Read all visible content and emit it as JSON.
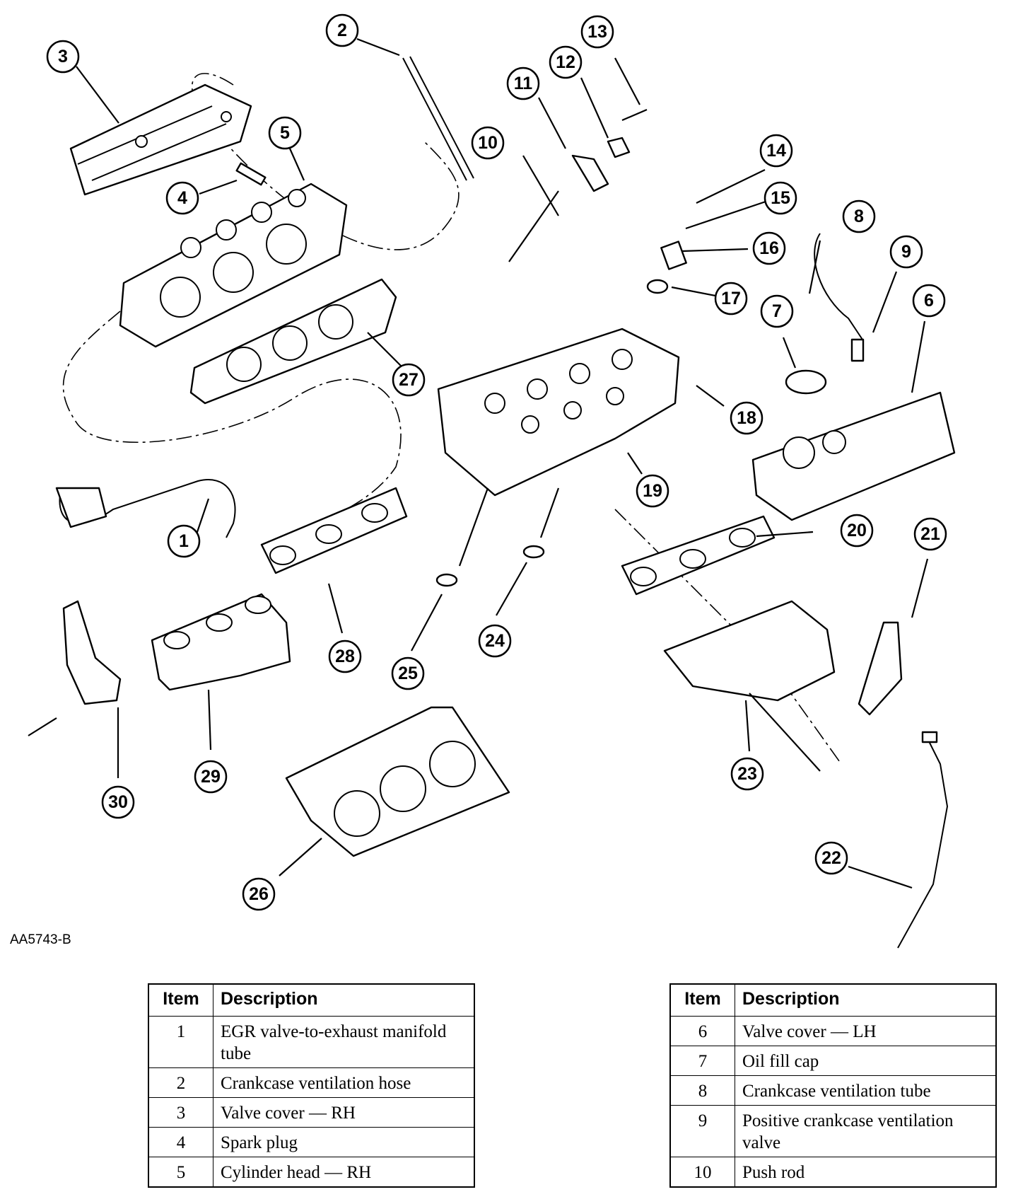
{
  "figure": {
    "reference_code": "AA5743-B",
    "callouts": [
      "1",
      "2",
      "3",
      "4",
      "5",
      "6",
      "7",
      "8",
      "9",
      "10",
      "11",
      "12",
      "13",
      "14",
      "15",
      "16",
      "17",
      "18",
      "19",
      "20",
      "21",
      "22",
      "23",
      "24",
      "25",
      "26",
      "27",
      "28",
      "29",
      "30"
    ]
  },
  "table_left": {
    "header_item": "Item",
    "header_description": "Description",
    "rows": [
      {
        "item": "1",
        "description": "EGR valve-to-exhaust manifold tube"
      },
      {
        "item": "2",
        "description": "Crankcase ventilation hose"
      },
      {
        "item": "3",
        "description": "Valve cover — RH"
      },
      {
        "item": "4",
        "description": "Spark plug"
      },
      {
        "item": "5",
        "description": "Cylinder head — RH"
      }
    ]
  },
  "table_right": {
    "header_item": "Item",
    "header_description": "Description",
    "rows": [
      {
        "item": "6",
        "description": "Valve cover — LH"
      },
      {
        "item": "7",
        "description": "Oil fill cap"
      },
      {
        "item": "8",
        "description": "Crankcase ventilation tube"
      },
      {
        "item": "9",
        "description": "Positive crankcase ventilation valve"
      },
      {
        "item": "10",
        "description": "Push rod"
      }
    ]
  }
}
